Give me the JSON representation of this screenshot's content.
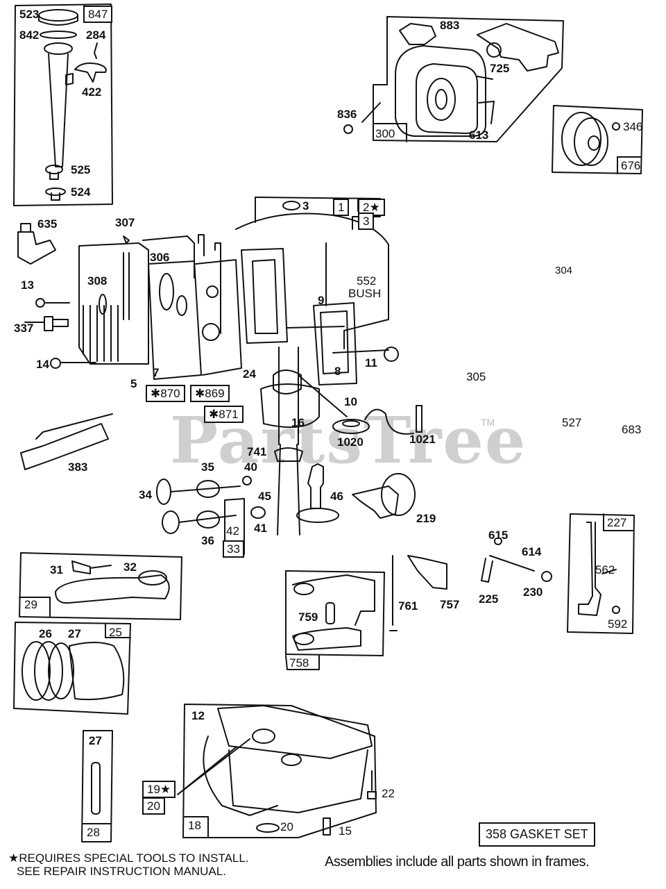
{
  "diagram": {
    "watermark": "PartsTree",
    "trademark": "TM",
    "callouts": {
      "c523": "523",
      "c842": "842",
      "c284": "284",
      "c422": "422",
      "c525": "525",
      "c524": "524",
      "c883": "883",
      "c725": "725",
      "c836": "836",
      "c613": "613",
      "c346": "346",
      "c635": "635",
      "c307": "307",
      "c306": "306",
      "c308": "308",
      "c13": "13",
      "c337": "337",
      "c14": "14",
      "c5": "5",
      "c7": "7",
      "c24": "24",
      "c3": "3",
      "c552": "552",
      "cBush": "BUSH",
      "c9": "9",
      "c8": "8",
      "c11": "11",
      "c10": "10",
      "c16": "16",
      "c1020": "1020",
      "c1021": "1021",
      "c741": "741",
      "c304": "304",
      "c305": "305",
      "c527": "527",
      "c683": "683",
      "c383": "383",
      "c35": "35",
      "c40": "40",
      "c34": "34",
      "c45": "45",
      "c46": "46",
      "c219": "219",
      "c41": "41",
      "c36": "36",
      "c42": "42",
      "c31": "31",
      "c32": "32",
      "c615": "615",
      "c614": "614",
      "c225": "225",
      "c230": "230",
      "c562": "562",
      "c592": "592",
      "c761": "761",
      "c757": "757",
      "c759": "759",
      "c26": "26",
      "c27a": "27",
      "c27b": "27",
      "c12": "12",
      "c22": "22",
      "c20b": "20",
      "c15": "15"
    },
    "frame_labels": {
      "f847": "847",
      "f300": "300",
      "f676": "676",
      "f1": "1",
      "f2": "2★",
      "f3": "3",
      "f870": "✱870",
      "f869": "✱869",
      "f871": "✱871",
      "f33": "33",
      "f227": "227",
      "f29": "29",
      "f25": "25",
      "f758": "758",
      "f28": "28",
      "f19": "19★",
      "f20": "20",
      "f18": "18"
    },
    "gasket_set": "358 GASKET SET",
    "footnote_line1": "★REQUIRES SPECIAL TOOLS TO INSTALL.",
    "footnote_line2": "SEE REPAIR INSTRUCTION MANUAL.",
    "assemblies_note": "Assemblies include all parts shown in frames."
  }
}
